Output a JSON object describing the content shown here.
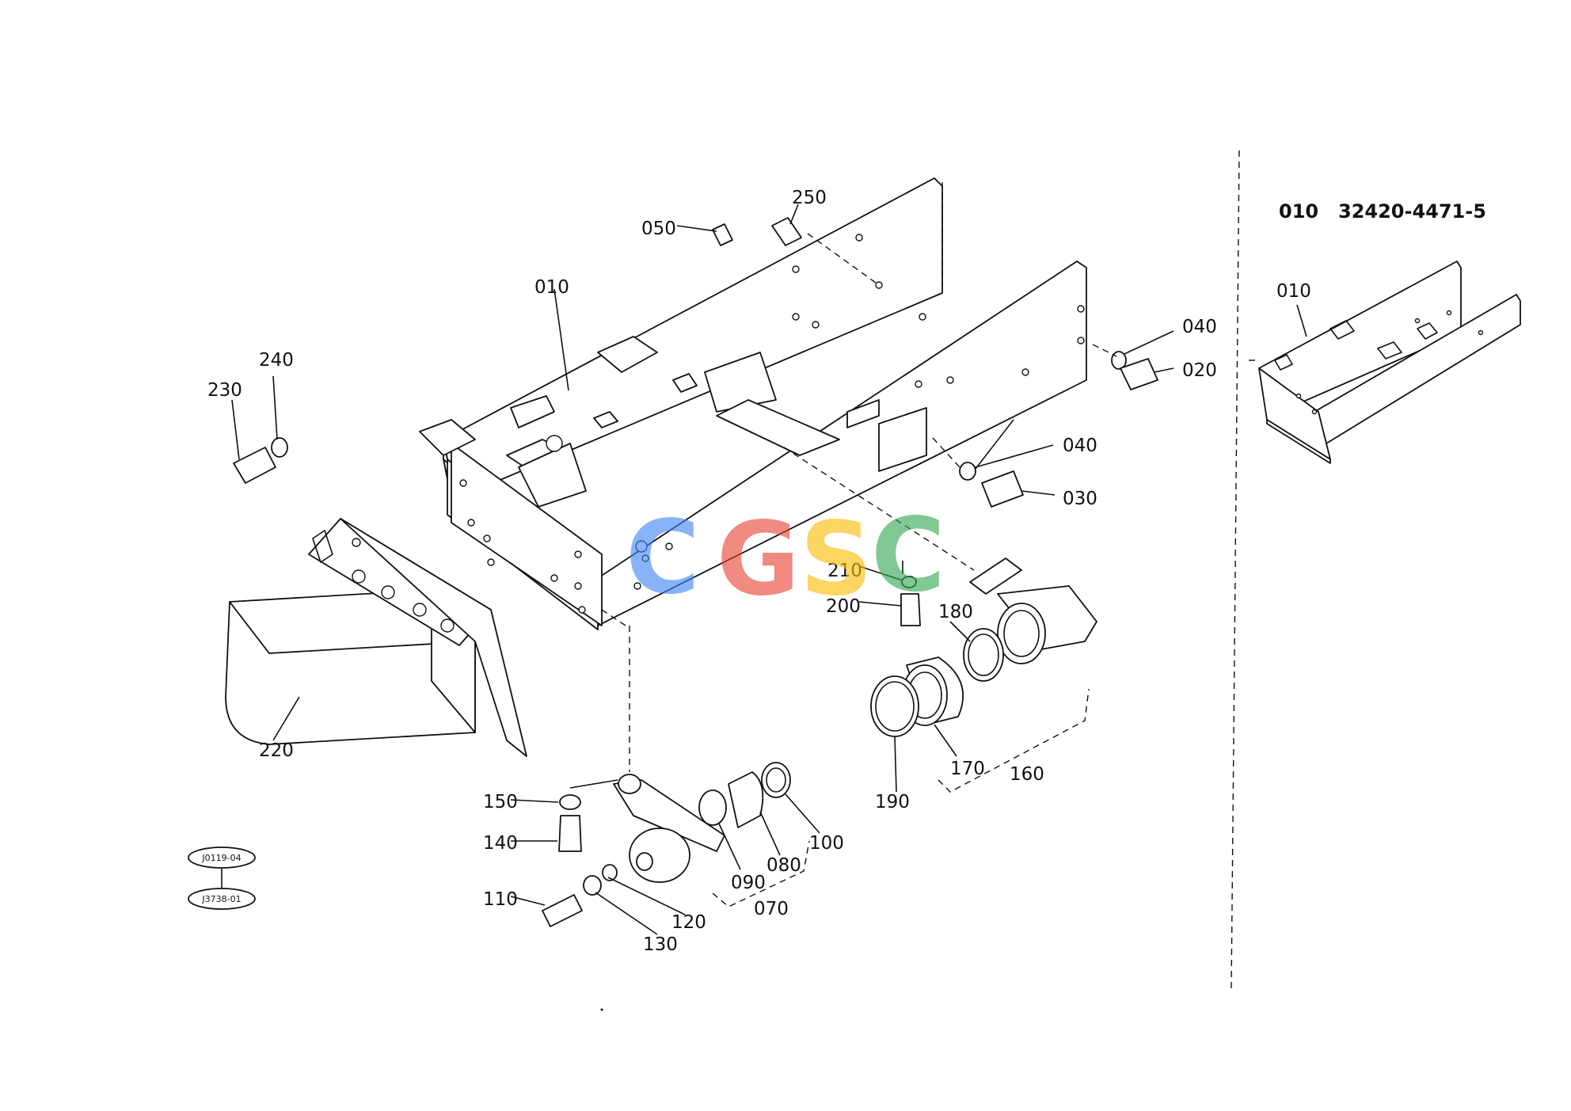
{
  "inset": {
    "header_item": "010",
    "header_part_number": "32420-4471-5",
    "label": "010"
  },
  "labels": {
    "p010": "010",
    "p020": "020",
    "p030": "030",
    "p040a": "040",
    "p040b": "040",
    "p050": "050",
    "p070": "070",
    "p080": "080",
    "p090": "090",
    "p100": "100",
    "p110": "110",
    "p120": "120",
    "p130": "130",
    "p140": "140",
    "p150": "150",
    "p160": "160",
    "p170": "170",
    "p180": "180",
    "p190": "190",
    "p200": "200",
    "p210": "210",
    "p220": "220",
    "p230": "230",
    "p240": "240",
    "p250": "250"
  },
  "refs": {
    "ref1": "J0119-04",
    "ref2": "J3738-01"
  },
  "watermark": {
    "letters": [
      "C",
      "G",
      "S",
      "C"
    ],
    "colors": [
      "#4285F4",
      "#EA4335",
      "#FBBC05",
      "#34A853"
    ]
  }
}
